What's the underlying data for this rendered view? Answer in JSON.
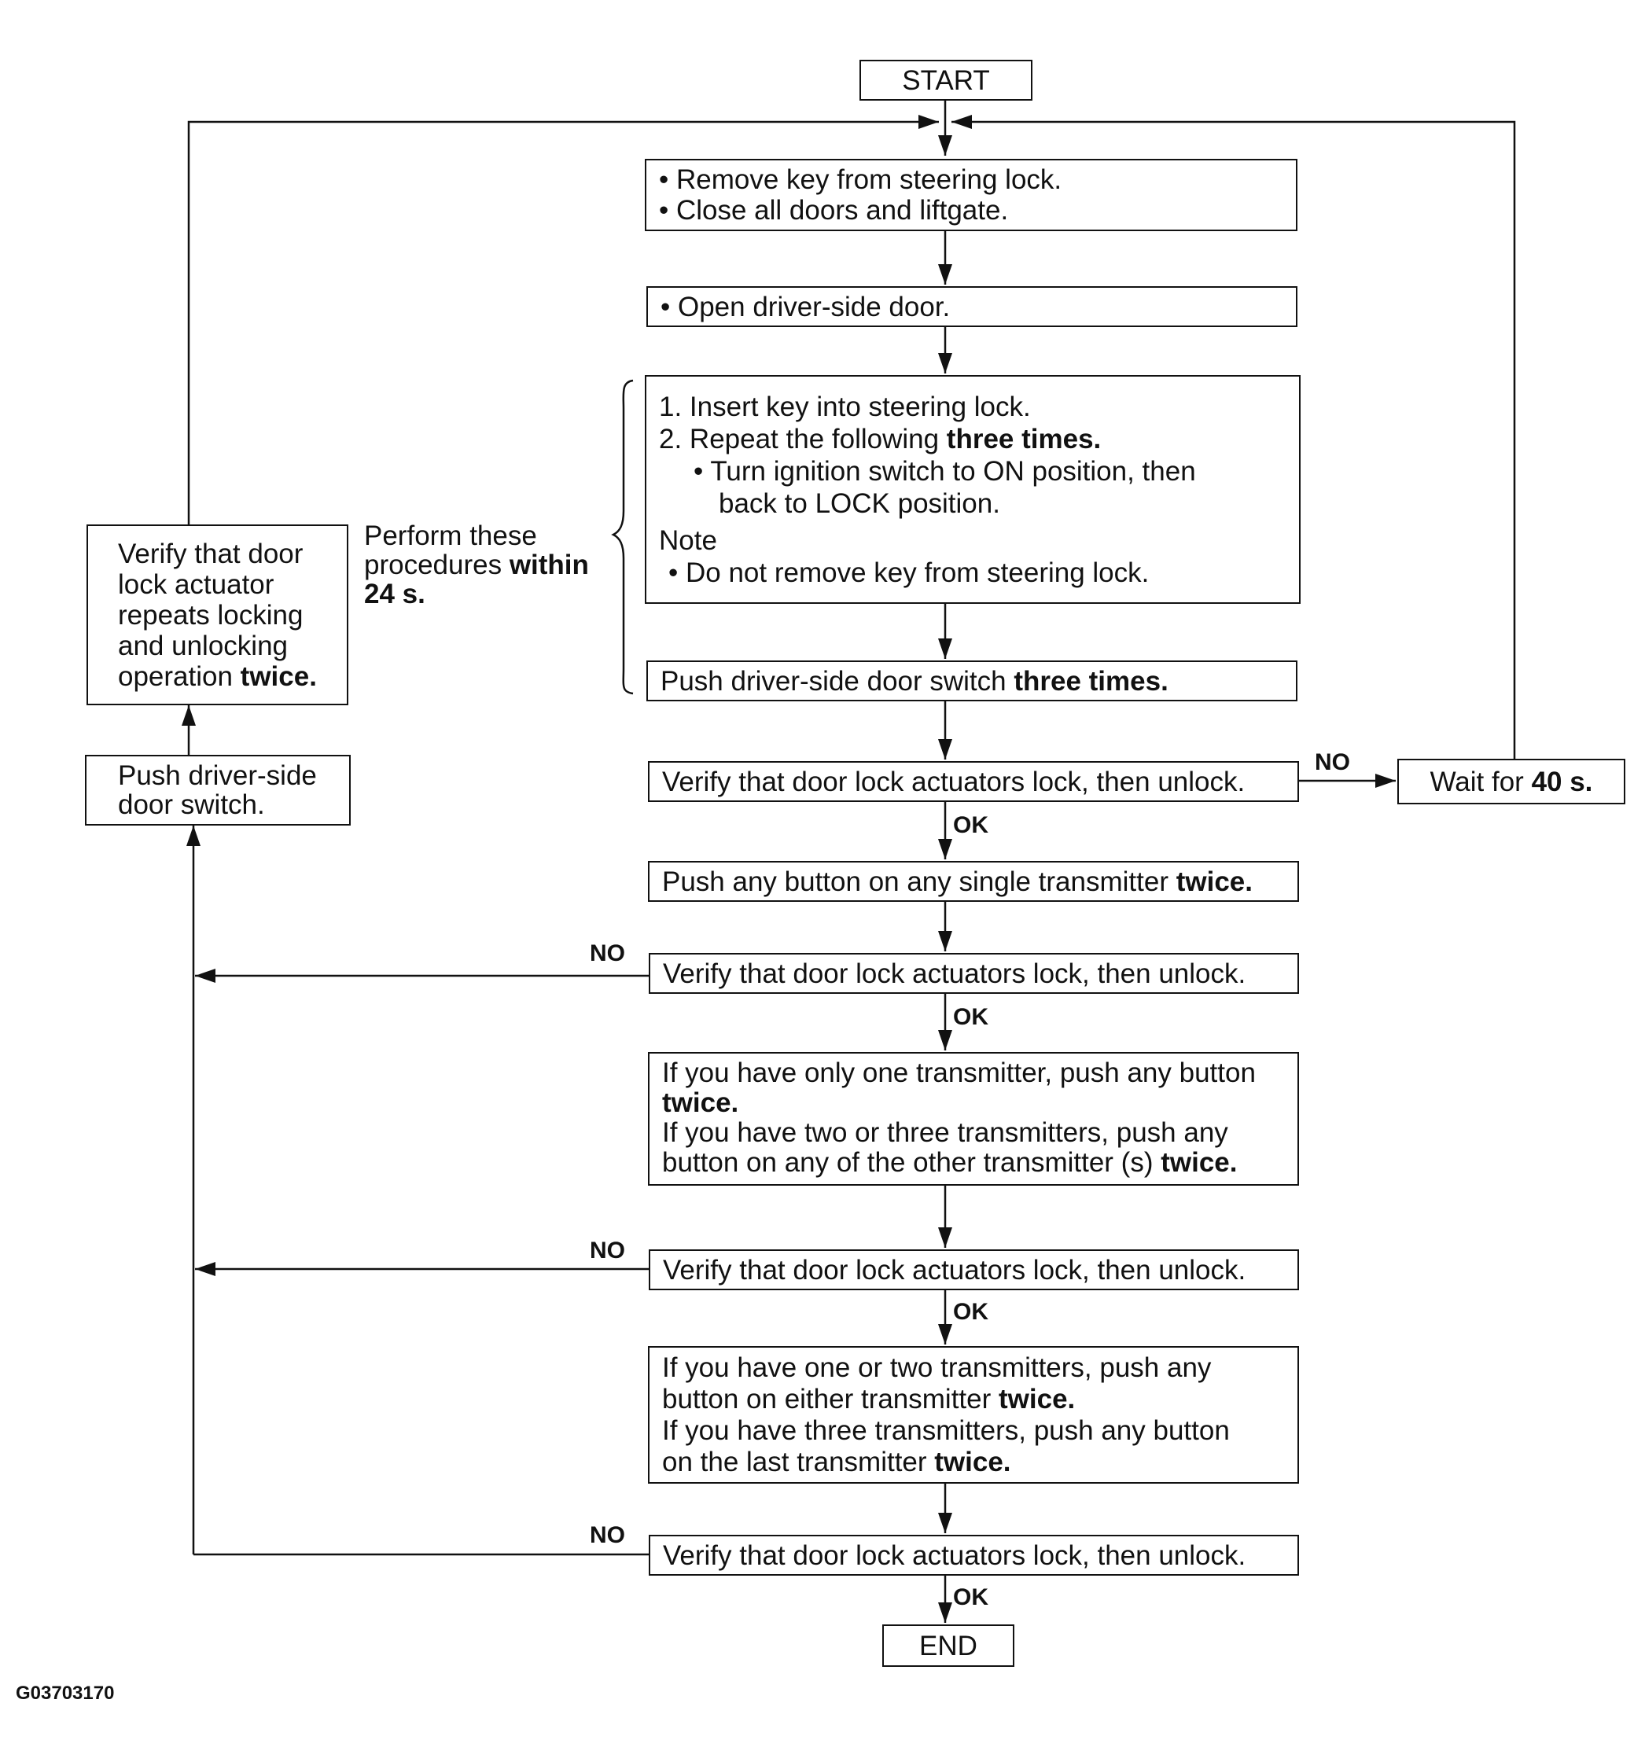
{
  "start": "START",
  "end": "END",
  "step_remove_key": {
    "line1": "• Remove key from steering lock.",
    "line2": "• Close all doors and liftgate."
  },
  "step_open_door": "• Open driver-side door.",
  "step_insert_key": {
    "l1": "1. Insert key into steering lock.",
    "l2_pre": "2. Repeat the following ",
    "l2_bold": "three times.",
    "l3": "• Turn ignition switch to ON position, then",
    "l4": "back to LOCK position.",
    "note_label": "Note",
    "note_text": "• Do not remove key from steering lock."
  },
  "step_push_switch": {
    "pre": "Push driver-side door switch ",
    "bold": "three times."
  },
  "verify_text": "Verify that door lock actuators lock, then unlock.",
  "wait": {
    "pre": "Wait for ",
    "bold": "40 s."
  },
  "step_push_transmitter": {
    "pre": "Push any button on any single transmitter ",
    "bold": "twice."
  },
  "step_other_transmitter": {
    "l1": "If you have only one transmitter, push any button",
    "l2_bold": "twice.",
    "l3": "If you have two or three transmitters, push any",
    "l4_pre": "button on any of the other transmitter (s) ",
    "l4_bold": "twice."
  },
  "step_last_transmitter": {
    "l1": "If you have one or two transmitters, push any",
    "l2_pre": "button on either transmitter ",
    "l2_bold": "twice.",
    "l3": "If you have three transmitters, push any button",
    "l4_pre": "on the last transmitter ",
    "l4_bold": "twice."
  },
  "left_push_switch": {
    "l1": "Push driver-side",
    "l2": "door switch."
  },
  "left_verify": {
    "l1": "Verify that door",
    "l2": "lock actuator",
    "l3": "repeats locking",
    "l4": "and unlocking",
    "l5_pre": "operation ",
    "l5_bold": "twice."
  },
  "perform_note": {
    "l1": "Perform these",
    "l2_pre": "procedures ",
    "l2_bold": "within",
    "l3_bold": "24 s."
  },
  "labels": {
    "ok": "OK",
    "no": "NO"
  },
  "figure_code": "G03703170"
}
